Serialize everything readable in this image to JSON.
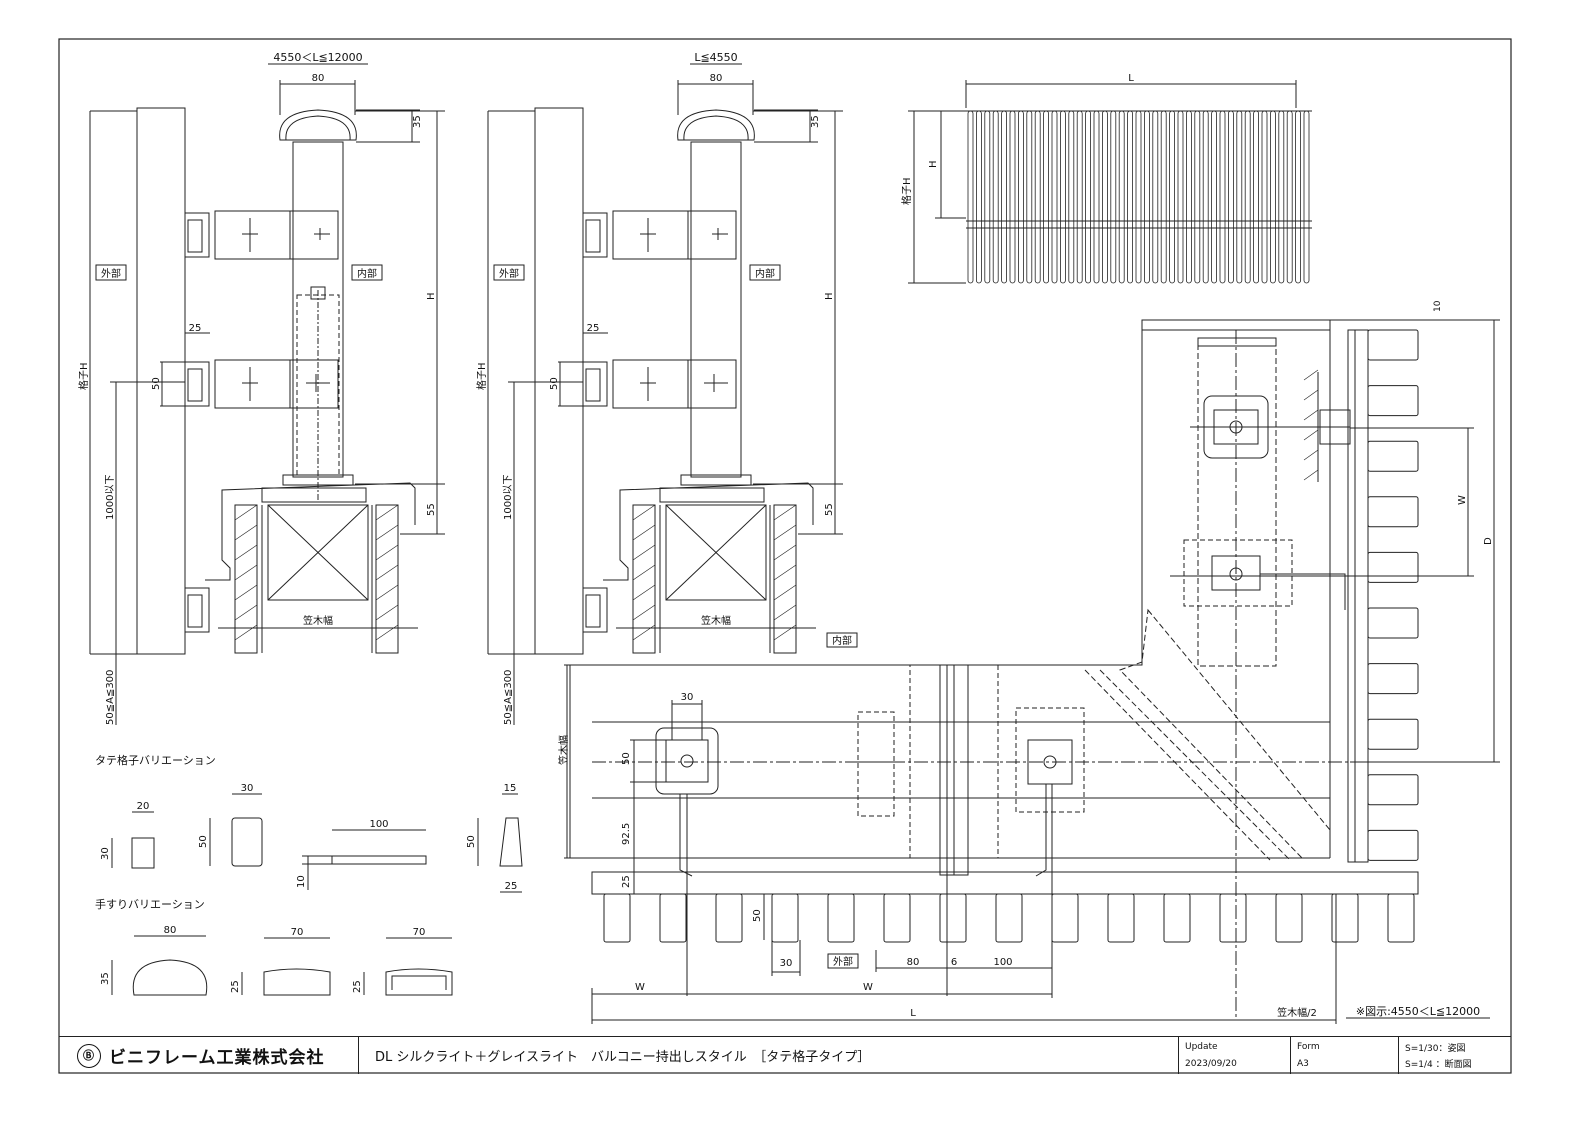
{
  "section_left": {
    "header": "4550＜L≦12000",
    "dim_top_width": "80",
    "dim_cap_height": "35",
    "dim_H": "H",
    "dim_lattice_H": "格子H",
    "dim_25": "25",
    "dim_50": "50",
    "dim_1000": "1000以下",
    "dim_55": "55",
    "dim_A": "50≦A≦300",
    "label_outside": "外部",
    "label_inside": "内部",
    "label_kasagi": "笠木幅"
  },
  "section_mid": {
    "header": "L≦4550",
    "dim_top_width": "80",
    "dim_cap_height": "35",
    "dim_H": "H",
    "dim_lattice_H": "格子H",
    "dim_25": "25",
    "dim_50": "50",
    "dim_1000": "1000以下",
    "dim_55": "55",
    "dim_A": "50≦A≦300",
    "label_outside": "外部",
    "label_inside": "内部",
    "label_kasagi": "笠木幅"
  },
  "elevation": {
    "dim_L": "L",
    "dim_H": "H",
    "dim_lattice_H": "格子H"
  },
  "plan": {
    "label_inside": "内部",
    "label_outside": "外部",
    "dim_30": "30",
    "dim_50": "50",
    "dim_92_5": "92.5",
    "dim_25": "25",
    "dim_50b": "50",
    "dim_30b": "30",
    "dim_80": "80",
    "dim_6": "6",
    "dim_100": "100",
    "dim_W1": "W",
    "dim_W2": "W",
    "dim_L": "L",
    "dim_kasagi": "笠木幅",
    "dim_kasagi_half": "笠木幅/2",
    "dim_10": "10",
    "dim_W_side": "W",
    "dim_D": "D",
    "note": "※図示:4550＜L≦12000"
  },
  "variations": {
    "lattice_title": "タテ格子バリエーション",
    "l1_w": "20",
    "l1_h": "30",
    "l2_w": "30",
    "l2_h": "50",
    "l3_w": "100",
    "l3_h": "10",
    "l4_w": "15",
    "l4_h": "50",
    "l4_b": "25",
    "rail_title": "手すりバリエーション",
    "r1_w": "80",
    "r1_h": "35",
    "r2_w": "70",
    "r2_h": "25",
    "r3_w": "70",
    "r3_h": "25"
  },
  "titleblock": {
    "seal": "Ⓑ",
    "company": "ビニフレーム工業株式会社",
    "title": "DL シルクライト＋グレイスライト　バルコニー持出しスタイル　［タテ格子タイプ］",
    "update_label": "Update",
    "update_value": "2023/09/20",
    "form_label": "Form",
    "form_value": "A3",
    "scale_1": "S=1/30：姿図",
    "scale_2": "S=1/4 ：断面図"
  }
}
